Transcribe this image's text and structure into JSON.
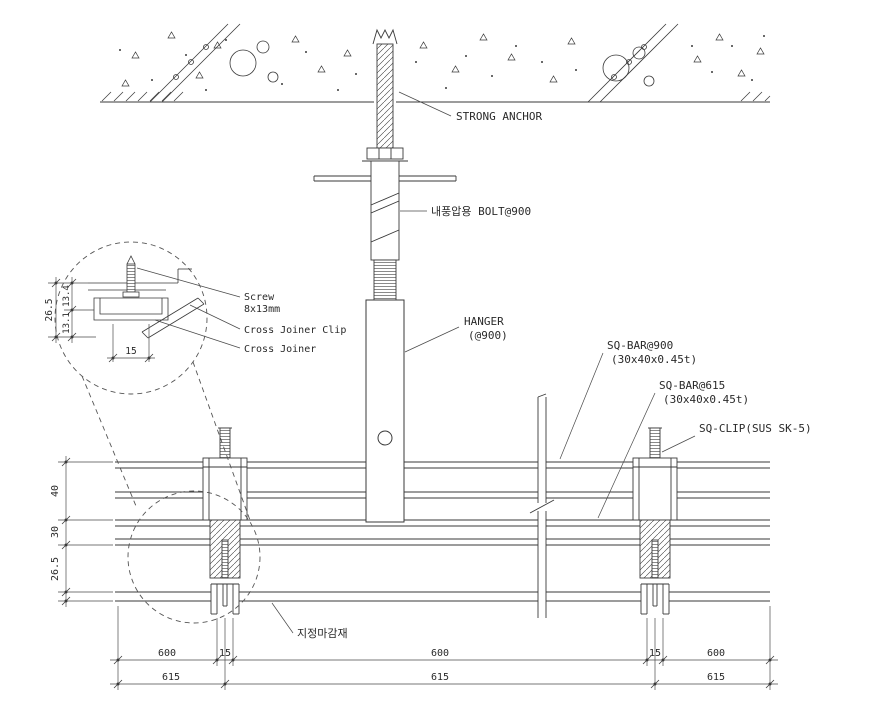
{
  "drawing": {
    "type": "ceiling-suspension-section-detail"
  },
  "callouts": {
    "strong_anchor": "STRONG ANCHOR",
    "bolt": "내풍압용 BOLT@900",
    "hanger_line1": "HANGER",
    "hanger_line2": "(@900)",
    "sq_bar_900_line1": "SQ-BAR@900",
    "sq_bar_900_line2": "(30x40x0.45t)",
    "sq_bar_615_line1": "SQ-BAR@615",
    "sq_bar_615_line2": "(30x40x0.45t)",
    "sq_clip": "SQ-CLIP(SUS SK-5)",
    "finish_material": "지정마감재"
  },
  "detail_callouts": {
    "screw_line1": "Screw",
    "screw_line2": "8x13mm",
    "cross_joiner_clip": "Cross Joiner Clip",
    "cross_joiner": "Cross Joiner"
  },
  "detail_dims": {
    "total": "26.5",
    "upper": "13.4",
    "lower": "13.1",
    "width": "15"
  },
  "left_dims": {
    "d40": "40",
    "d30": "30",
    "d26_5": "26.5"
  },
  "bottom_dims": {
    "row1": [
      "600",
      "15",
      "600",
      "15",
      "600"
    ],
    "row2": [
      "615",
      "615",
      "615"
    ]
  },
  "colors": {
    "line": "#3a3a3a",
    "dim_line": "#4a4a4a",
    "text": "#2a2a2a",
    "background": "#ffffff"
  }
}
